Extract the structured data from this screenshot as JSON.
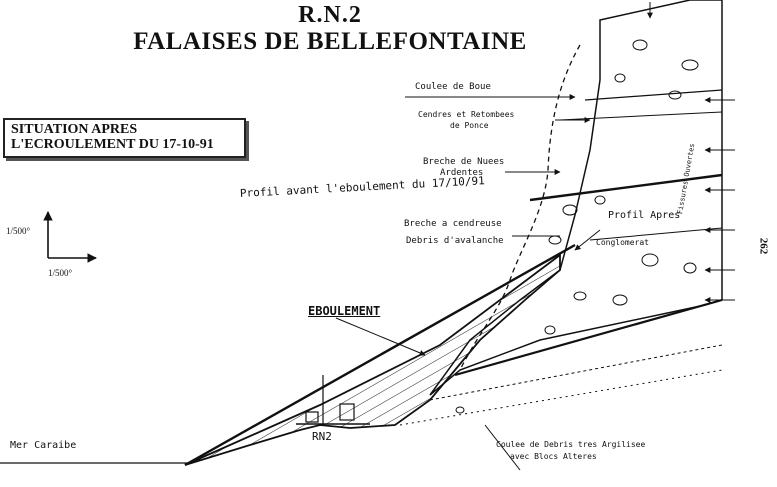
{
  "title": {
    "line1": "R.N.2",
    "line2": "FALAISES DE BELLEFONTAINE"
  },
  "situation": {
    "line1": "SITUATION APRES",
    "line2": "L'ECROULEMENT DU 17-10-91"
  },
  "scale": {
    "vertical": "1/500°",
    "horizontal": "1/500°"
  },
  "labels": {
    "coulee_boue": "Coulee de Boue",
    "cendres_line1": "Cendres et Retombees",
    "cendres_line2": "de Ponce",
    "breche_line1": "Breche de Nuees",
    "breche_line2": "Ardentes",
    "profil_avant": "Profil avant l'eboulement du 17/10/91",
    "breche_cendreuse": "Breche a cendreuse",
    "debris": "Debris d'avalanche",
    "profil_apres": "Profil Apres",
    "conglomerat": "Conglomerat",
    "eboulement": "EBOULEMENT",
    "rn2": "RN2",
    "mer": "Mer Caraibe",
    "coulee_debris_line1": "Coulee de Debris tres Argilisee",
    "coulee_debris_line2": "avec Blocs Alteres",
    "fissures": "Fissures Ouvertes",
    "page_number": "262"
  }
}
